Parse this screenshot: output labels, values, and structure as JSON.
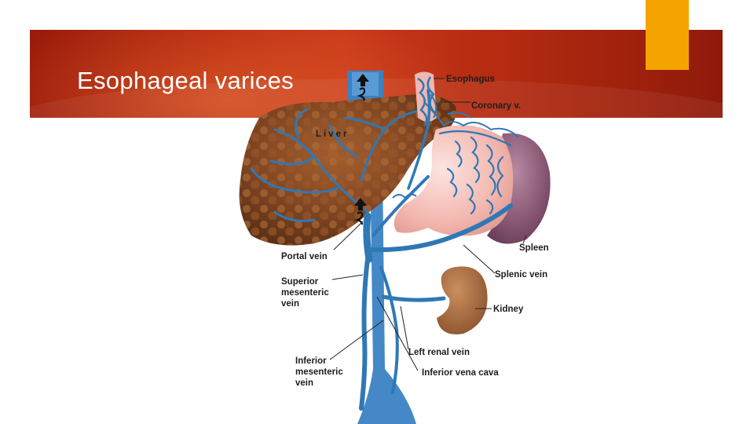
{
  "slide": {
    "title": "Esophageal varices",
    "colors": {
      "banner": "#b4290f",
      "accent": "#f5a300",
      "vein": "#2f78b6"
    }
  },
  "diagram": {
    "labels": {
      "liver": "Liver",
      "esophagus": "Esophagus",
      "coronary": "Coronary v.",
      "spleen": "Spleen",
      "splenic": "Splenic vein",
      "kidney": "Kidney",
      "left_renal": "Left renal vein",
      "ivc": "Inferior  vena cava",
      "portal": "Portal vein",
      "sup_mes": [
        "Superior",
        "mesenteric",
        "vein"
      ],
      "inf_mes": [
        "Inferior",
        "mesenteric",
        "vein"
      ]
    },
    "icons": [
      "flow-arrow-icon",
      "flow-arrow-icon"
    ]
  }
}
